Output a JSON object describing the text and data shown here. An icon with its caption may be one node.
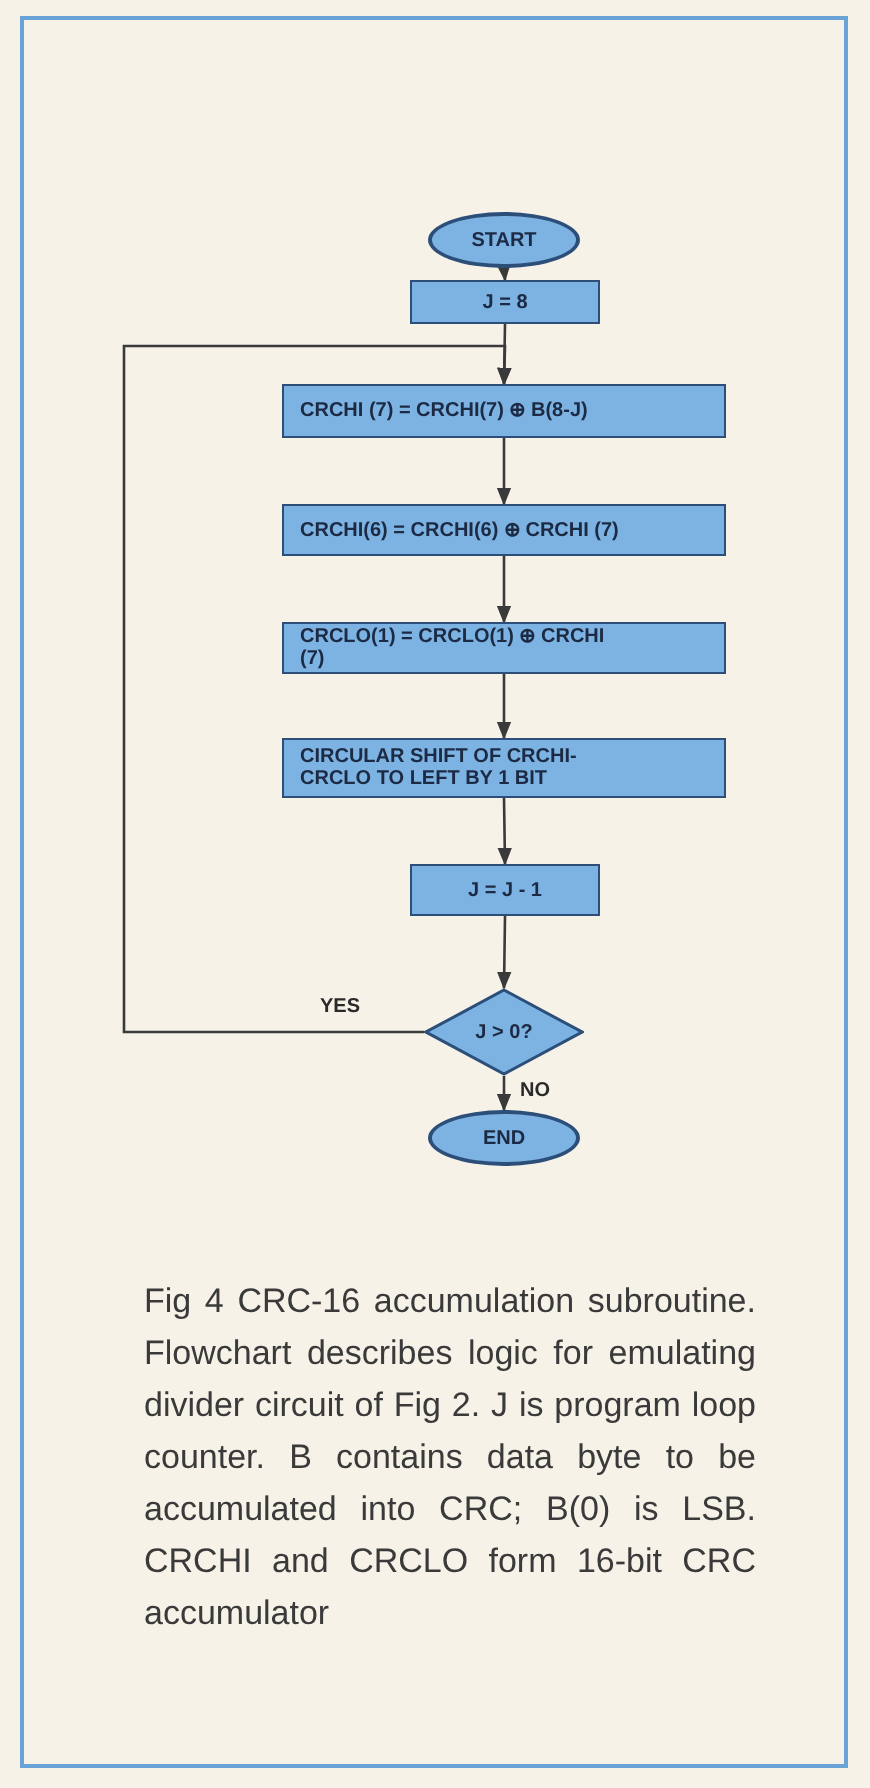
{
  "diagram": {
    "caption": "Fig 4  CRC-16 accumulation subroutine. Flowchart describes logic for emulating divider circuit of Fig 2. J is program loop counter. B contains data byte to be accumulated into CRC; B(0) is LSB. CRCHI and CRCLO form 16-bit CRC accumulator",
    "nodes": [
      {
        "text": [
          "START"
        ]
      },
      {
        "text": [
          "J = 8"
        ]
      },
      {
        "text": [
          "CRCHI (7) = CRCHI(7) ⊕ B(8-J)"
        ]
      },
      {
        "text": [
          "CRCHI(6) = CRCHI(6) ⊕ CRCHI (7)"
        ]
      },
      {
        "text": [
          "CRCLO(1) = CRCLO(1) ⊕ CRCHI (7)"
        ]
      },
      {
        "text": [
          "CIRCULAR SHIFT OF CRCHI-CRCLO TO LEFT BY 1 BIT"
        ]
      },
      {
        "text": [
          "J = J - 1"
        ]
      },
      {
        "text": [
          "J > 0?"
        ]
      },
      {
        "text": [
          "END"
        ]
      }
    ],
    "edges": [
      {
        "from": 0,
        "to": 1,
        "arrow": "to"
      },
      {
        "from": 1,
        "to": 2,
        "arrow": "to"
      },
      {
        "from": 2,
        "to": 3,
        "arrow": "to"
      },
      {
        "from": 3,
        "to": 4,
        "arrow": "to"
      },
      {
        "from": 4,
        "to": 5,
        "arrow": "to"
      },
      {
        "from": 5,
        "to": 6,
        "arrow": "to"
      },
      {
        "from": 6,
        "to": 7,
        "arrow": "to"
      },
      {
        "from": 7,
        "to": 2,
        "arrow": "to",
        "label": "YES"
      },
      {
        "from": 7,
        "to": 8,
        "arrow": "to",
        "label": "NO"
      }
    ]
  }
}
